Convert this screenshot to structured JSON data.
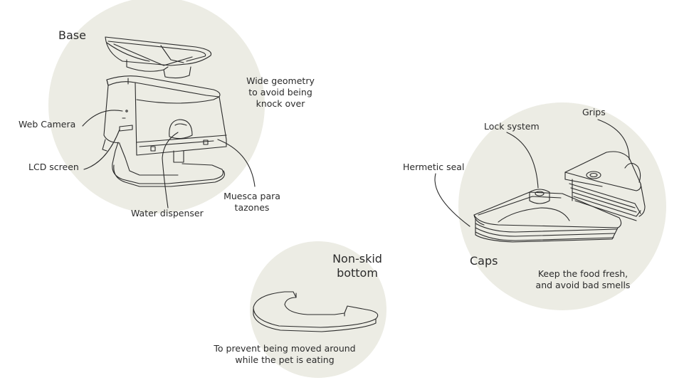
{
  "colors": {
    "circle_fill": "#ecece4",
    "line": "#2a2a2a",
    "text": "#2b2b2b",
    "background": "#ffffff"
  },
  "sections": {
    "base": {
      "title": "Base",
      "labels": {
        "wide_geometry": [
          "Wide geometry",
          "to avoid being",
          "knock over"
        ],
        "web_camera": "Web Camera",
        "lcd_screen": "LCD screen",
        "water_dispenser": "Water dispenser",
        "muesca": [
          "Muesca para",
          "tazones"
        ]
      }
    },
    "caps": {
      "title": "Caps",
      "labels": {
        "lock_system": "Lock system",
        "grips": "Grips",
        "hermetic_seal": "Hermetic seal",
        "fresh": [
          "Keep the food fresh,",
          "and avoid bad smells"
        ]
      }
    },
    "bottom": {
      "title": [
        "Non-skid",
        "bottom"
      ],
      "caption": [
        "To prevent being moved around",
        "while the pet is eating"
      ]
    }
  }
}
